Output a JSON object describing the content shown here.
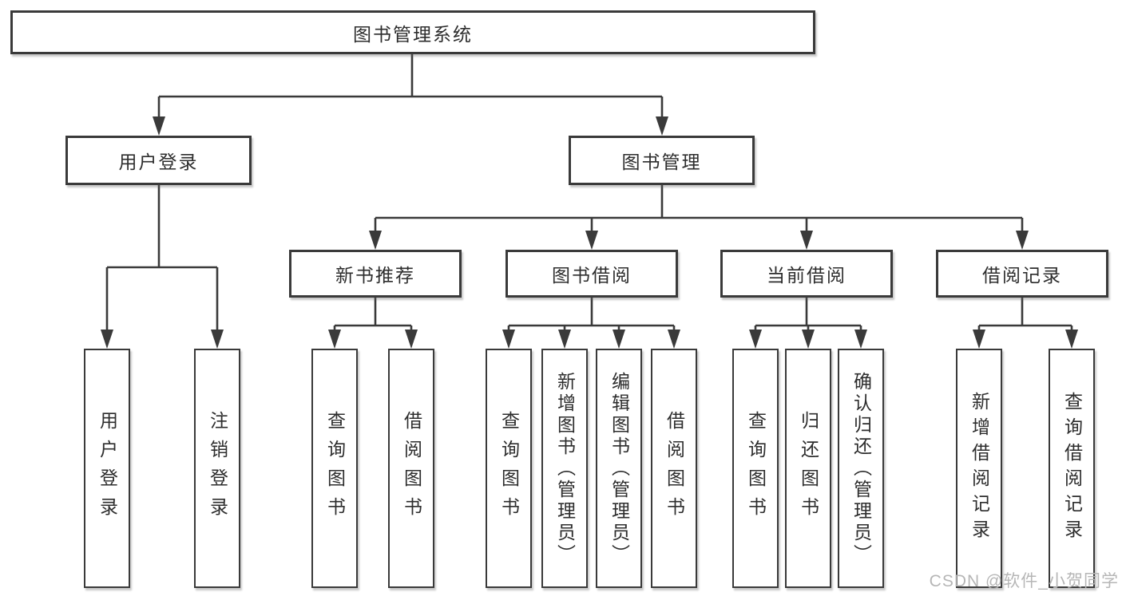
{
  "tree": {
    "root": {
      "label": "图书管理系统"
    },
    "branches": [
      {
        "label": "用户登录",
        "children": [
          "用户登录",
          "注销登录"
        ]
      },
      {
        "label": "图书管理",
        "groups": [
          {
            "label": "新书推荐",
            "children": [
              "查询图书",
              "借阅图书"
            ]
          },
          {
            "label": "图书借阅",
            "children": [
              "查询图书",
              "新增图书（管理员）",
              "编辑图书（管理员）",
              "借阅图书"
            ]
          },
          {
            "label": "当前借阅",
            "children": [
              "查询图书",
              "归还图书",
              "确认归还（管理员）"
            ]
          },
          {
            "label": "借阅记录",
            "children": [
              "新增借阅记录",
              "查询借阅记录"
            ]
          }
        ]
      }
    ]
  },
  "watermark": "CSDN @软件_小贺同学",
  "colors": {
    "line": "#3a3a3a",
    "text": "#2d2d2d",
    "box_background": "#ffffff",
    "watermark": "#b6b6b6"
  }
}
